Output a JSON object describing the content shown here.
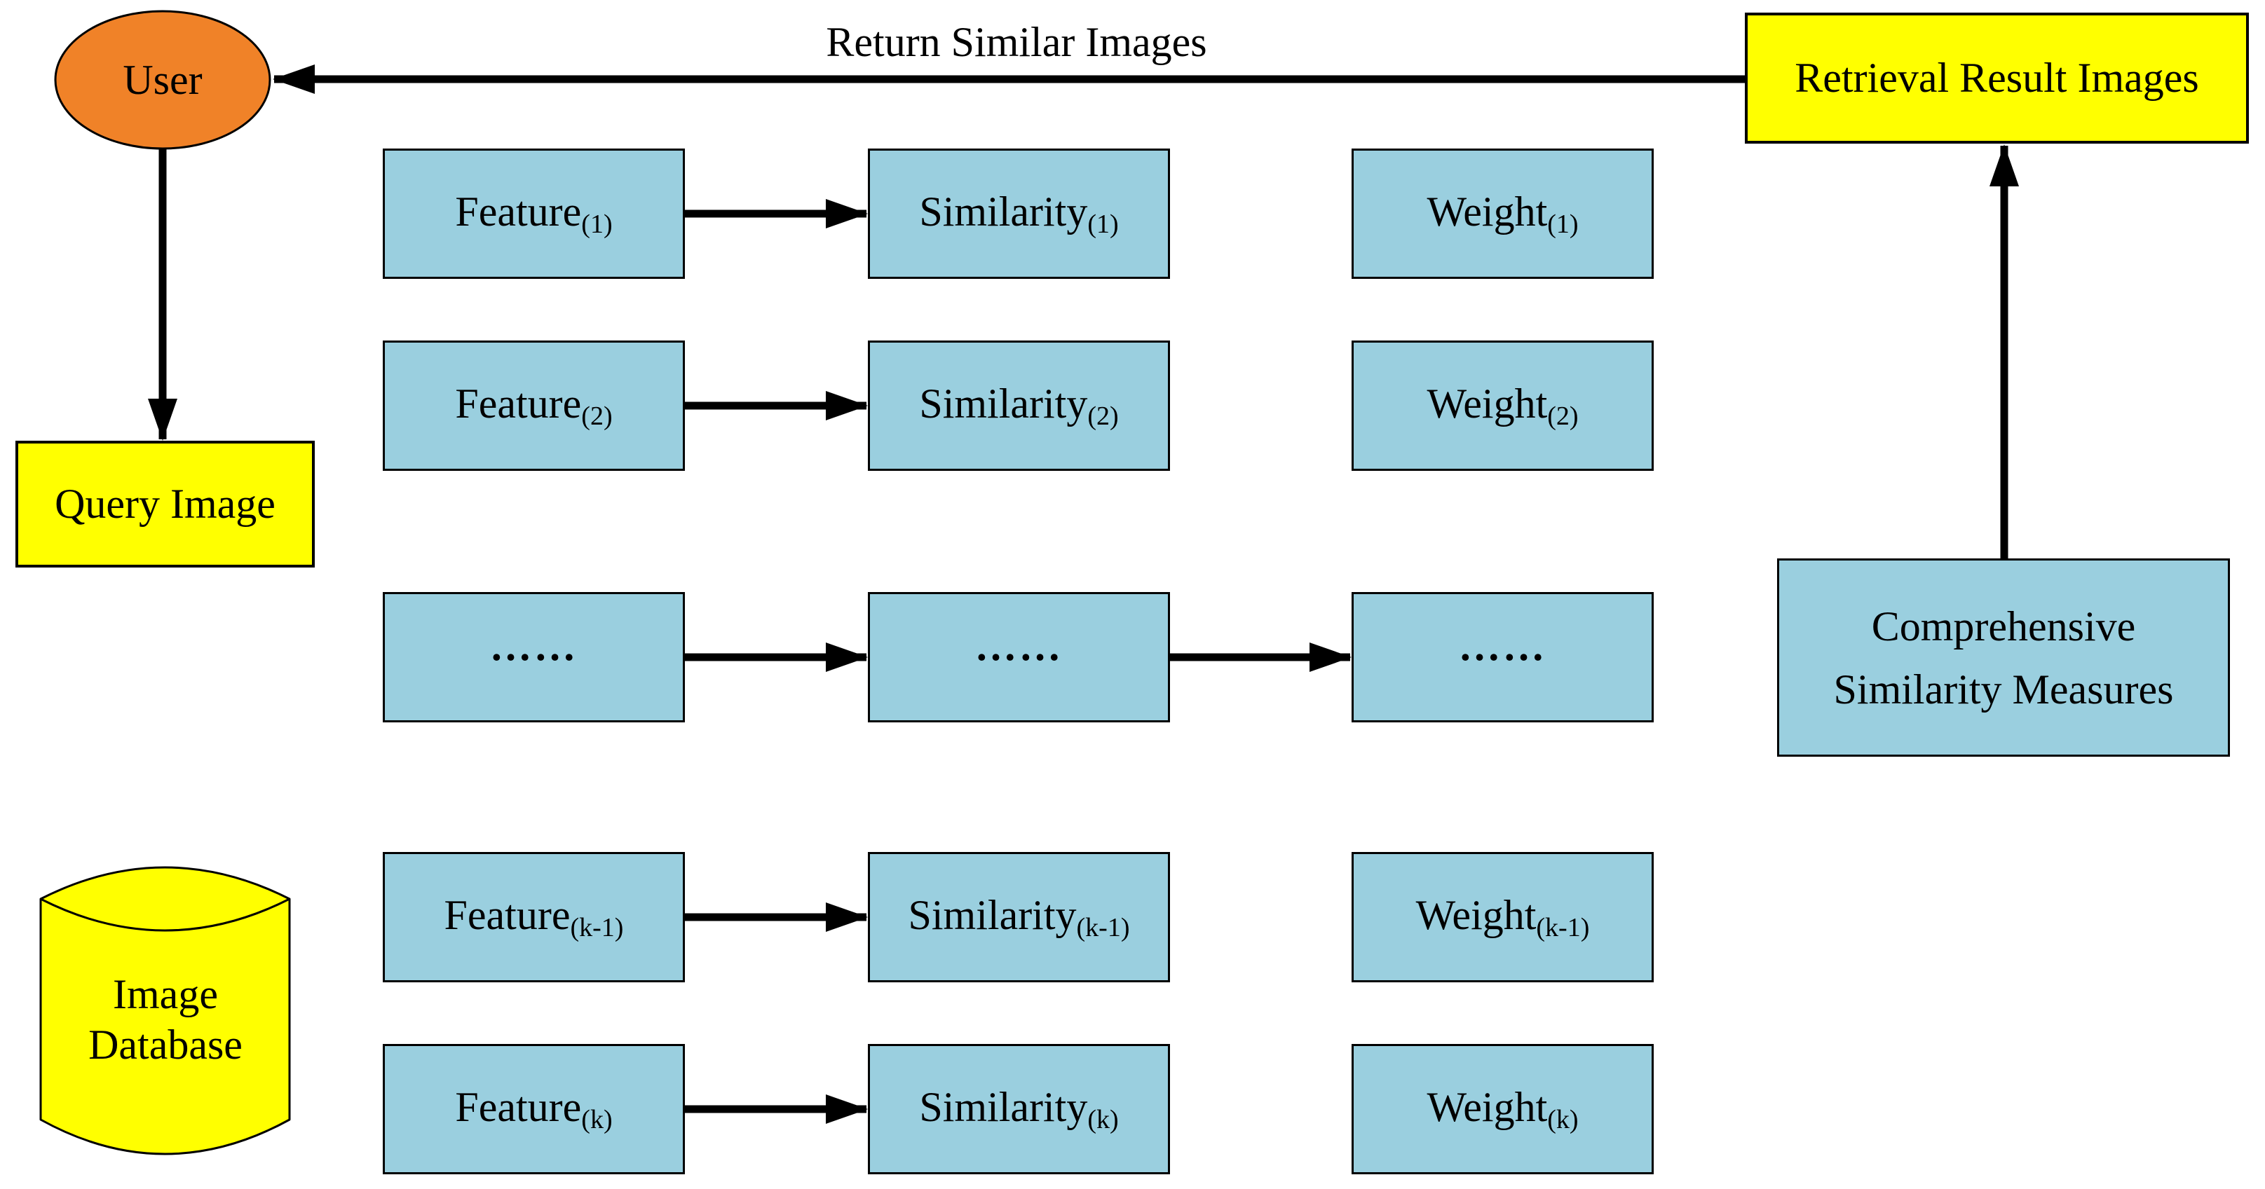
{
  "colors": {
    "orange": "#F08228",
    "yellow": "#FFFF00",
    "blue": "#9ACFDF",
    "line": "#000000",
    "background": "#FFFFFF"
  },
  "nodes": {
    "user": {
      "label": "User"
    },
    "query_image": {
      "label": "Query Image"
    },
    "image_database": {
      "label_line1": "Image",
      "label_line2": "Database"
    },
    "retrieval_result": {
      "label": "Retrieval Result Images"
    },
    "comprehensive": {
      "label_line1": "Comprehensive",
      "label_line2": "Similarity Measures"
    }
  },
  "edges": {
    "return_label": "Return Similar Images"
  },
  "grid": {
    "rows": [
      {
        "cells": [
          {
            "text": "Feature",
            "sub": "(1)"
          },
          {
            "text": "Similarity",
            "sub": "(1)"
          },
          {
            "text": "Weight",
            "sub": "(1)"
          }
        ]
      },
      {
        "cells": [
          {
            "text": "Feature",
            "sub": "(2)"
          },
          {
            "text": "Similarity",
            "sub": "(2)"
          },
          {
            "text": "Weight",
            "sub": "(2)"
          }
        ]
      },
      {
        "cells": [
          {
            "text": "……",
            "sub": ""
          },
          {
            "text": "……",
            "sub": ""
          },
          {
            "text": "……",
            "sub": ""
          }
        ]
      },
      {
        "cells": [
          {
            "text": "Feature",
            "sub": "(k-1)"
          },
          {
            "text": "Similarity",
            "sub": "(k-1)"
          },
          {
            "text": "Weight",
            "sub": "(k-1)"
          }
        ]
      },
      {
        "cells": [
          {
            "text": "Feature",
            "sub": "(k)"
          },
          {
            "text": "Similarity",
            "sub": "(k)"
          },
          {
            "text": "Weight",
            "sub": "(k)"
          }
        ]
      }
    ]
  }
}
